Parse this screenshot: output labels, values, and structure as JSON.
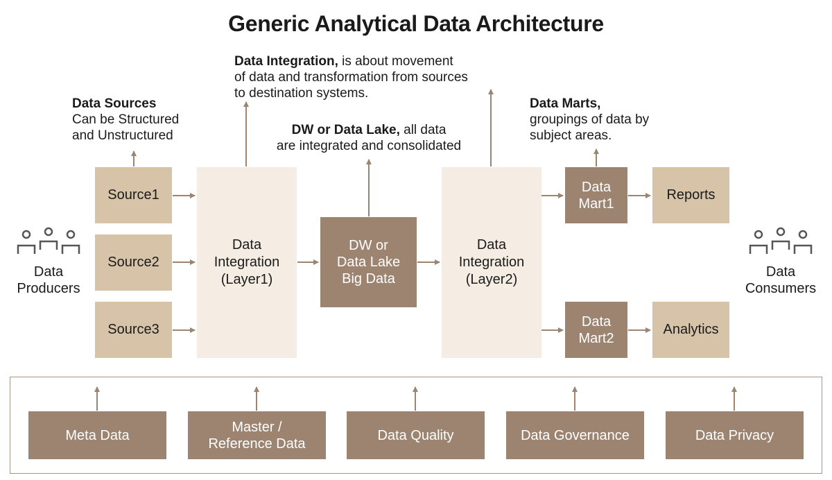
{
  "title": "Generic Analytical Data Architecture",
  "notes": {
    "data_sources": {
      "bold": "Data Sources",
      "line1": "Can be Structured",
      "line2": "and Unstructured"
    },
    "data_integration": {
      "bold": "Data Integration,",
      "rest": " is about movement",
      "line2": "of data and transformation from sources",
      "line3": "to destination systems."
    },
    "dw": {
      "bold": "DW or Data Lake,",
      "rest": " all data",
      "line2": "are integrated and consolidated"
    },
    "data_marts": {
      "bold": "Data Marts,",
      "line2": "groupings of data by",
      "line3": "subject areas."
    }
  },
  "producers": {
    "line1": "Data",
    "line2": "Producers"
  },
  "consumers": {
    "line1": "Data",
    "line2": "Consumers"
  },
  "sources": [
    "Source1",
    "Source2",
    "Source3"
  ],
  "integration1": {
    "line1": "Data",
    "line2": "Integration",
    "line3": "(Layer1)"
  },
  "dw_box": {
    "line1": "DW or",
    "line2": "Data Lake",
    "line3": "Big Data"
  },
  "integration2": {
    "line1": "Data",
    "line2": "Integration",
    "line3": "(Layer2)"
  },
  "marts": [
    {
      "line1": "Data",
      "line2": "Mart1"
    },
    {
      "line1": "Data",
      "line2": "Mart2"
    }
  ],
  "outputs": [
    "Reports",
    "Analytics"
  ],
  "governance": [
    {
      "line1": "Meta Data",
      "line2": ""
    },
    {
      "line1": "Master /",
      "line2": "Reference Data"
    },
    {
      "line1": "Data Quality",
      "line2": ""
    },
    {
      "line1": "Data Governance",
      "line2": ""
    },
    {
      "line1": "Data Privacy",
      "line2": ""
    }
  ],
  "colors": {
    "source": "#d7c4a8",
    "integration": "#f5ede4",
    "dark": "#9c8470",
    "arrow": "#9c8470",
    "icon": "#555555"
  }
}
